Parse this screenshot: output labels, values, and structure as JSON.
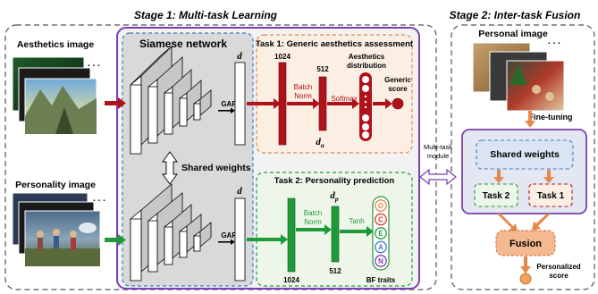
{
  "stage1": {
    "title": "Stage 1:  Multi-task Learning"
  },
  "stage2": {
    "title": "Stage 2: Inter-task Fusion"
  },
  "inputs": {
    "aesthetics_label": "Aesthetics image",
    "personality_label": "Personality image",
    "dots": ". . ."
  },
  "siamese": {
    "title": "Siamese network",
    "gap": "GAP",
    "d": "d",
    "shared_weights": "Shared weights"
  },
  "task1": {
    "title": "Task 1: Generic aesthetics assessment",
    "dim_in": "1024",
    "dim_mid": "512",
    "batch_norm": "Batch Norm",
    "softmax": "Softmax",
    "distribution_label": "Aesthetics distribution",
    "output_label": "Generic score",
    "da": "d",
    "da_sub": "a"
  },
  "task2": {
    "title": "Task 2:  Personality prediction",
    "dim_in": "1024",
    "dim_mid": "512",
    "batch_norm": "Batch Norm",
    "tanh": "Tanh",
    "dp": "d",
    "dp_sub": "p",
    "traits": [
      "O",
      "C",
      "E",
      "A",
      "N"
    ],
    "traits_label": "BF traits"
  },
  "module": {
    "label": "Multi-task module"
  },
  "fusion_stage": {
    "personal_label": "Personal image",
    "fine_tuning": "Fine-tuning",
    "shared_weights": "Shared weights",
    "task2": "Task 2",
    "task1": "Task 1",
    "fusion": "Fusion",
    "output_label": "Personalized score"
  },
  "colors": {
    "dark_red": "#b0121b",
    "green": "#1f9a3a",
    "purple": "#7a3fb0",
    "blue_dashed": "#3d7cc9",
    "orange": "#e4894a",
    "fusion_fill": "#f5b992",
    "panel_gray": "#dadada"
  }
}
